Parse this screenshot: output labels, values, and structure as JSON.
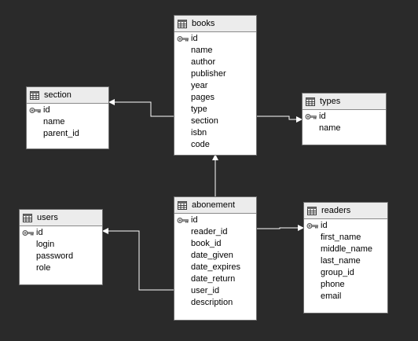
{
  "tables": {
    "books": {
      "title": "books",
      "key_icon": "key-icon",
      "table_icon": "table-grid-icon",
      "columns": [
        "id",
        "name",
        "author",
        "publisher",
        "year",
        "pages",
        "type",
        "section",
        "isbn",
        "code"
      ]
    },
    "section": {
      "title": "section",
      "key_icon": "key-icon",
      "table_icon": "table-grid-icon",
      "columns": [
        "id",
        "name",
        "parent_id"
      ]
    },
    "types": {
      "title": "types",
      "key_icon": "key-icon",
      "table_icon": "table-grid-icon",
      "columns": [
        "id",
        "name"
      ]
    },
    "abonement": {
      "title": "abonement",
      "key_icon": "key-icon",
      "table_icon": "table-grid-icon",
      "columns": [
        "id",
        "reader_id",
        "book_id",
        "date_given",
        "date_expires",
        "date_return",
        "user_id",
        "description"
      ]
    },
    "users": {
      "title": "users",
      "key_icon": "key-icon",
      "table_icon": "table-grid-icon",
      "columns": [
        "id",
        "login",
        "password",
        "role"
      ]
    },
    "readers": {
      "title": "readers",
      "key_icon": "key-icon",
      "table_icon": "table-grid-icon",
      "columns": [
        "id",
        "first_name",
        "middle_name",
        "last_name",
        "group_id",
        "phone",
        "email"
      ]
    }
  },
  "colors": {
    "background": "#2a2a2a",
    "line": "#ffffff",
    "header": "#ececec",
    "border": "#6e6e6e"
  },
  "relations": [
    {
      "from": "books",
      "to": "section"
    },
    {
      "from": "books",
      "to": "types"
    },
    {
      "from": "abonement",
      "to": "books"
    },
    {
      "from": "abonement",
      "to": "users"
    },
    {
      "from": "abonement",
      "to": "readers"
    }
  ]
}
